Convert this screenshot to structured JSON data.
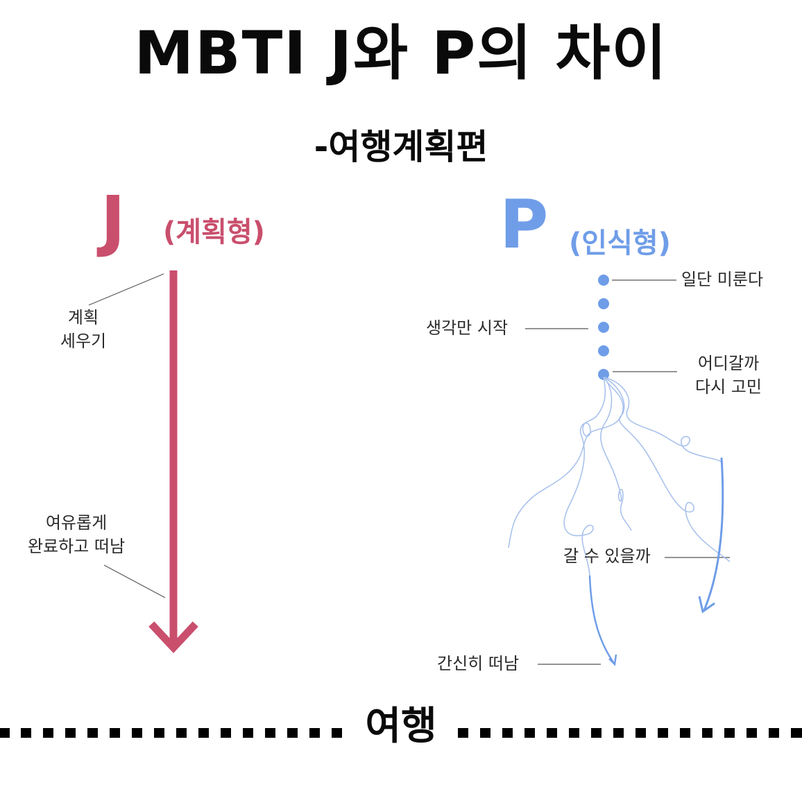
{
  "header": {
    "title": "MBTI J와 P의 차이",
    "subtitle": "-여행계획편"
  },
  "colors": {
    "j_accent": "#c94f6d",
    "p_accent": "#6f9de8",
    "text": "#2a2a2a",
    "line": "#555555"
  },
  "j_side": {
    "letter": "J",
    "type_label": "(계획형)",
    "steps": [
      {
        "line1": "계획",
        "line2": "세우기"
      },
      {
        "line1": "여유롭게",
        "line2": "완료하고 떠남"
      }
    ]
  },
  "p_side": {
    "letter": "P",
    "type_label": "(인식형)",
    "steps": [
      {
        "text": "일단 미룬다"
      },
      {
        "text": "생각만 시작"
      },
      {
        "line1": "어디갈까",
        "line2": "다시 고민"
      },
      {
        "text": "갈 수 있을까"
      },
      {
        "text": "간신히 떠남"
      }
    ],
    "dots_count": 5
  },
  "footer": {
    "trip_label": "여행"
  }
}
